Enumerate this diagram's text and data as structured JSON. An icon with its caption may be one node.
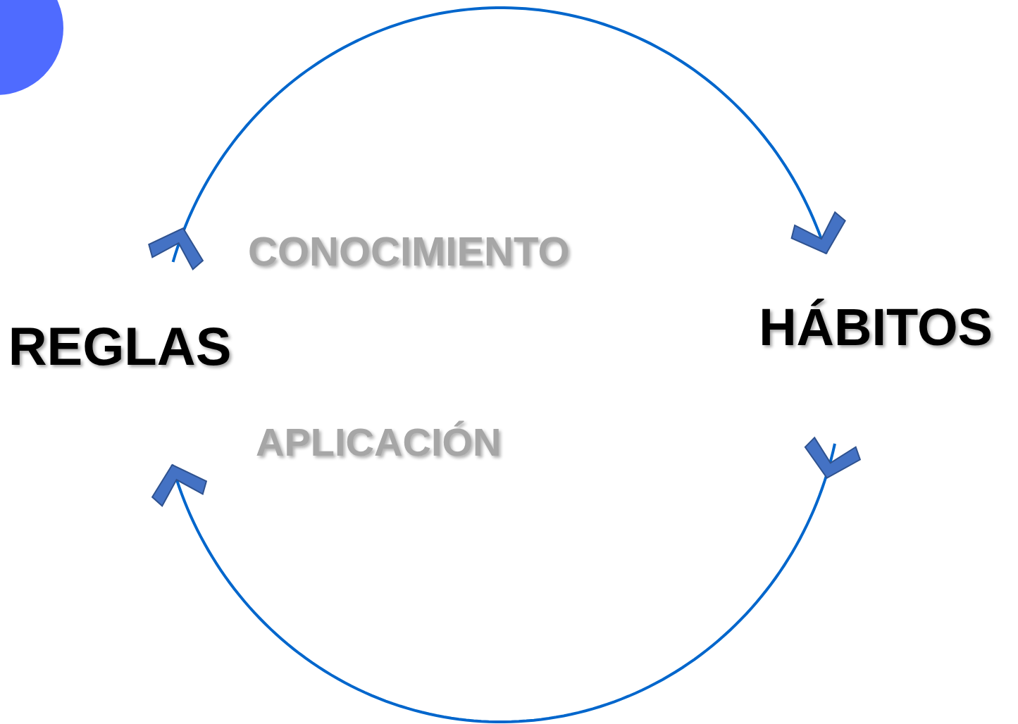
{
  "diagram": {
    "nodes": [
      {
        "text": [
          "REGLAS"
        ]
      },
      {
        "text": [
          "HÁBITOS"
        ]
      }
    ],
    "edges": [
      {
        "from": 0,
        "to": 1,
        "arrow": "to"
      },
      {
        "from": 1,
        "to": 0,
        "arrow": "to"
      }
    ],
    "labels": [
      "CONOCIMIENTO",
      "APLICACIÓN"
    ]
  }
}
